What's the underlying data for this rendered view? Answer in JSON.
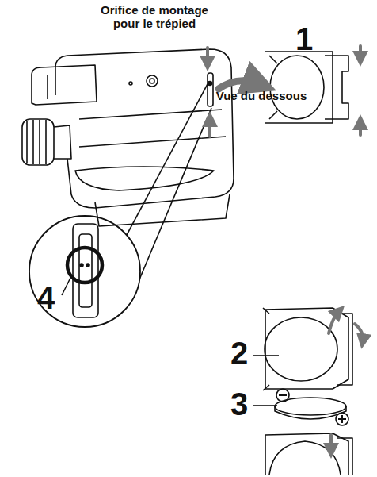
{
  "diagram": {
    "labels": [
      "Orifice de montage pour le trépied",
      "1",
      "Vue du dessous",
      "4",
      "2",
      "3"
    ]
  }
}
